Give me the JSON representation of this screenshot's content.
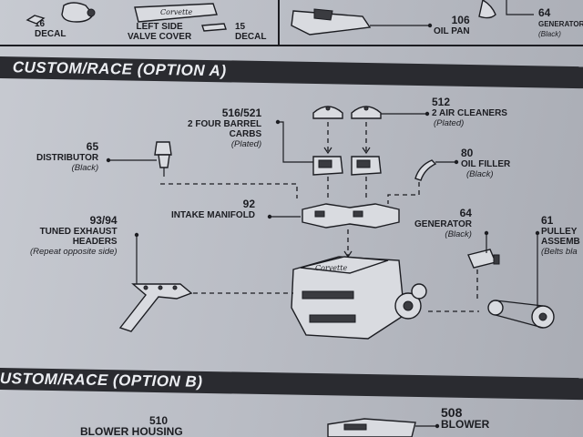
{
  "top_strip": {
    "decal_16_num": "16",
    "decal_16_label": "DECAL",
    "valve_cover_label_1": "LEFT SIDE",
    "valve_cover_label_2": "VALVE COVER",
    "valve_cover_script": "Corvette",
    "decal_15_num": "15",
    "decal_15_label": "DECAL",
    "oil_pan_num": "106",
    "oil_pan_label": "OIL PAN",
    "generator_top_num": "64",
    "generator_top_label": "GENERATOR",
    "generator_top_note": "(Black)"
  },
  "section_a": {
    "title": "CUSTOM/RACE (OPTION A)",
    "parts": {
      "carbs": {
        "num": "516/521",
        "label1": "2 FOUR BARREL",
        "label2": "CARBS",
        "note": "(Plated)"
      },
      "air_cleaners": {
        "num": "512",
        "label": "2 AIR CLEANERS",
        "note": "(Plated)"
      },
      "distributor": {
        "num": "65",
        "label": "DISTRIBUTOR",
        "note": "(Black)"
      },
      "oil_filler": {
        "num": "80",
        "label": "OIL FILLER",
        "note": "(Black)"
      },
      "intake": {
        "num": "92",
        "label": "INTAKE MANIFOLD"
      },
      "headers": {
        "num": "93/94",
        "label1": "TUNED EXHAUST",
        "label2": "HEADERS",
        "note": "(Repeat opposite side)"
      },
      "generator": {
        "num": "64",
        "label": "GENERATOR",
        "note": "(Black)"
      },
      "pulley": {
        "num": "61",
        "label1": "PULLEY",
        "label2": "ASSEMB",
        "note": "(Belts bla"
      },
      "engine_script": "Corvette"
    }
  },
  "section_b": {
    "title": "USTOM/RACE (OPTION B)",
    "parts": {
      "blower_housing": {
        "num": "510",
        "label": "BLOWER HOUSING"
      },
      "blower": {
        "num": "508",
        "label": "BLOWER"
      }
    }
  }
}
